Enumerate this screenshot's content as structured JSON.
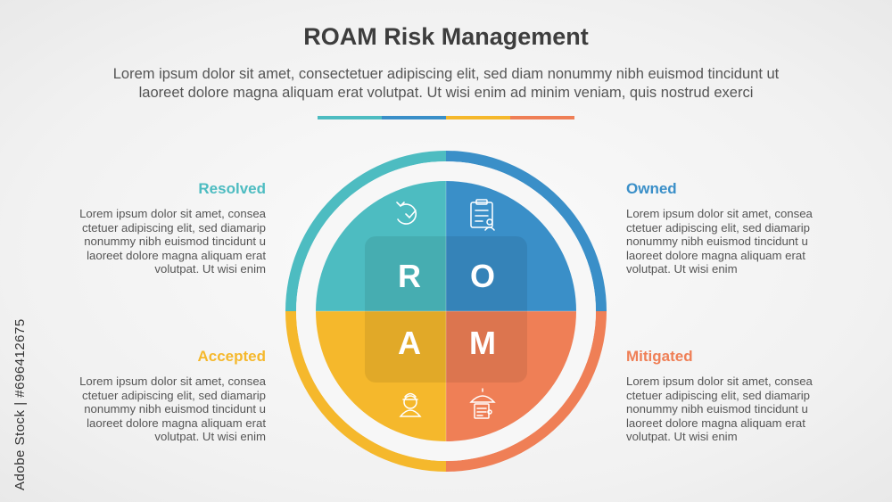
{
  "title": "ROAM Risk Management",
  "subtitle_line1": "Lorem ipsum dolor sit amet, consectetuer adipiscing elit, sed diam nonummy nibh euismod tincidunt ut",
  "subtitle_line2": "laoreet dolore magna aliquam erat volutpat. Ut wisi enim ad minim veniam, quis nostrud exerci",
  "colors": {
    "teal": "#4dbcc1",
    "blue": "#3a8fc8",
    "yellow": "#f5b82c",
    "orange": "#ef7f56"
  },
  "quadrants": [
    {
      "letter": "R",
      "heading": "Resolved",
      "icon": "refresh-check-icon",
      "body": [
        "Lorem ipsum dolor sit amet, consea",
        "ctetuer adipiscing elit, sed diamarip",
        "nonummy nibh euismod tincidunt u",
        "laoreet dolore magna aliquam erat",
        "volutpat. Ut wisi enim"
      ]
    },
    {
      "letter": "O",
      "heading": "Owned",
      "icon": "clipboard-person-icon",
      "body": [
        "Lorem ipsum dolor sit amet, consea",
        "ctetuer adipiscing elit, sed diamarip",
        "nonummy nibh euismod tincidunt u",
        "laoreet dolore magna aliquam erat",
        "volutpat. Ut wisi enim"
      ]
    },
    {
      "letter": "A",
      "heading": "Accepted",
      "icon": "worker-person-icon",
      "body": [
        "Lorem ipsum dolor sit amet, consea",
        "ctetuer adipiscing elit, sed diamarip",
        "nonummy nibh euismod tincidunt u",
        "laoreet dolore magna aliquam erat",
        "volutpat. Ut wisi enim"
      ]
    },
    {
      "letter": "M",
      "heading": "Mitigated",
      "icon": "umbrella-document-icon",
      "body": [
        "Lorem ipsum dolor sit amet, consea",
        "ctetuer adipiscing elit, sed diamarip",
        "nonummy nibh euismod tincidunt u",
        "laoreet dolore magna aliquam erat",
        "volutpat. Ut wisi enim"
      ]
    }
  ],
  "watermark": "Adobe Stock | #696412675"
}
